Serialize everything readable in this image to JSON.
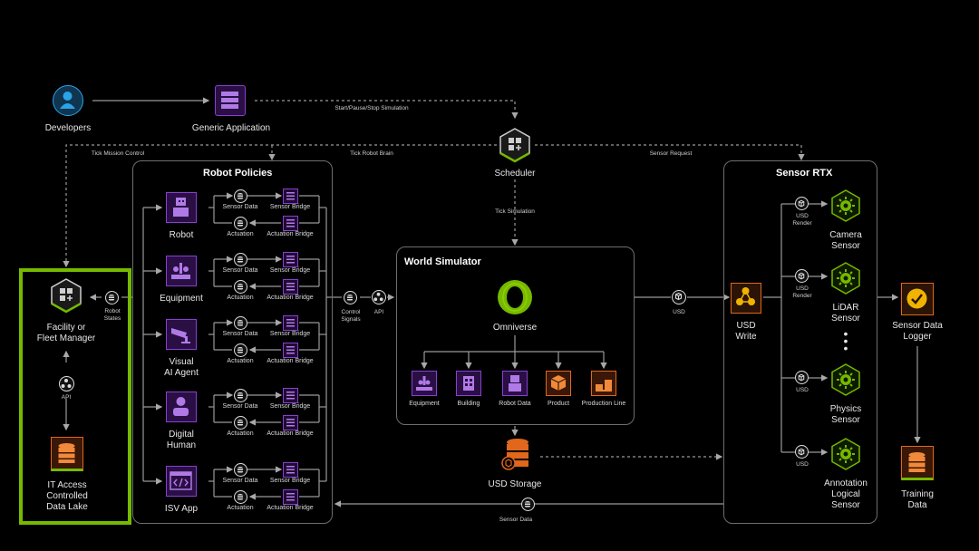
{
  "nodes": {
    "developers": "Developers",
    "generic_application": "Generic Application",
    "scheduler": "Scheduler",
    "facility_manager": [
      "Facility or",
      "Fleet Manager"
    ],
    "api_left": "API",
    "data_lake": [
      "IT Access",
      "Controlled",
      "Data Lake"
    ],
    "omniverse": "Omniverse",
    "usd_storage": "USD Storage",
    "usd_write": [
      "USD",
      "Write"
    ],
    "sensor_data_logger": [
      "Sensor Data",
      "Logger"
    ],
    "training_data": [
      "Training",
      "Data"
    ]
  },
  "edges": {
    "start_pause_stop": "Start/Pause/Stop Simulation",
    "tick_mission_control": "Tick Mission Control",
    "tick_robot_brain": "Tick Robot Brain",
    "sensor_request": "Sensor Request",
    "tick_simulation": "Tick Simulation",
    "robot_states": [
      "Robot",
      "States"
    ],
    "control_signals": [
      "Control",
      "Signals"
    ],
    "api_mid": "API",
    "usd": "USD",
    "sensor_data_bottom": "Sensor Data"
  },
  "robot_policies": {
    "title": "Robot Policies",
    "sensor_data_label": "Sensor Data",
    "sensor_bridge_label": "Sensor Bridge",
    "actuation_label": "Actuation",
    "actuation_bridge_label": "Actuation Bridge",
    "agents": [
      {
        "label": [
          "Robot"
        ],
        "icon": "robot-icon"
      },
      {
        "label": [
          "Equipment"
        ],
        "icon": "equipment-icon"
      },
      {
        "label": [
          "Visual",
          "AI Agent"
        ],
        "icon": "camera-icon"
      },
      {
        "label": [
          "Digital",
          "Human"
        ],
        "icon": "person-icon"
      },
      {
        "label": [
          "ISV App"
        ],
        "icon": "code-window-icon"
      }
    ]
  },
  "world_simulator": {
    "title": "World Simulator",
    "assets": [
      "Equipment",
      "Building",
      "Robot Data",
      "Product",
      "Production Line"
    ]
  },
  "sensor_rtx": {
    "title": "Sensor RTX",
    "sensors": [
      {
        "label": [
          "Camera",
          "Sensor"
        ],
        "edge": [
          "USD",
          "Render"
        ]
      },
      {
        "label": [
          "LiDAR",
          "Sensor"
        ],
        "edge": [
          "USD",
          "Render"
        ]
      },
      {
        "label": [
          "Physics",
          "Sensor"
        ],
        "edge": [
          "USD"
        ]
      },
      {
        "label": [
          "Annotation",
          "Logical",
          "Sensor"
        ],
        "edge": [
          "USD"
        ]
      }
    ]
  },
  "colors": {
    "accent_green": "#76b900",
    "purple": "#8a3fd1",
    "orange": "#e0671c",
    "line": "#9a9a9a",
    "blue": "#2aa4e8",
    "gold": "#f0b400"
  }
}
